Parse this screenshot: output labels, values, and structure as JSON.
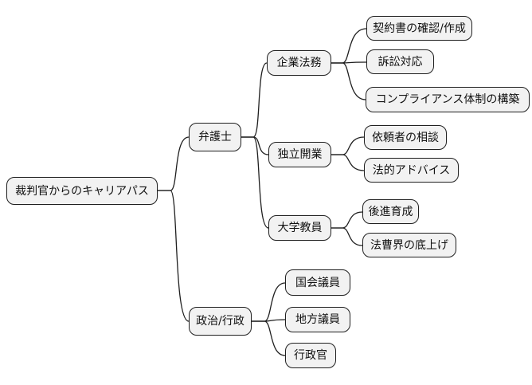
{
  "diagram": {
    "title_node": "裁判官からのキャリアパス",
    "root": {
      "label": "裁判官からのキャリアパス"
    },
    "branches": [
      {
        "label": "弁護士",
        "children": [
          {
            "label": "企業法務",
            "children": [
              {
                "label": "契約書の確認/作成"
              },
              {
                "label": "訴訟対応"
              },
              {
                "label": "コンプライアンス体制の構築"
              }
            ]
          },
          {
            "label": "独立開業",
            "children": [
              {
                "label": "依頼者の相談"
              },
              {
                "label": "法的アドバイス"
              }
            ]
          },
          {
            "label": "大学教員",
            "children": [
              {
                "label": "後進育成"
              },
              {
                "label": "法曹界の底上げ"
              }
            ]
          }
        ]
      },
      {
        "label": "政治/行政",
        "children": [
          {
            "label": "国会議員"
          },
          {
            "label": "地方議員"
          },
          {
            "label": "行政官"
          }
        ]
      }
    ],
    "colors": {
      "background": "#ffffff",
      "node_fill": "#f2f2f2",
      "node_border": "#1f1f1f",
      "connector_line": "#1f1f1f",
      "text": "#111111"
    }
  }
}
